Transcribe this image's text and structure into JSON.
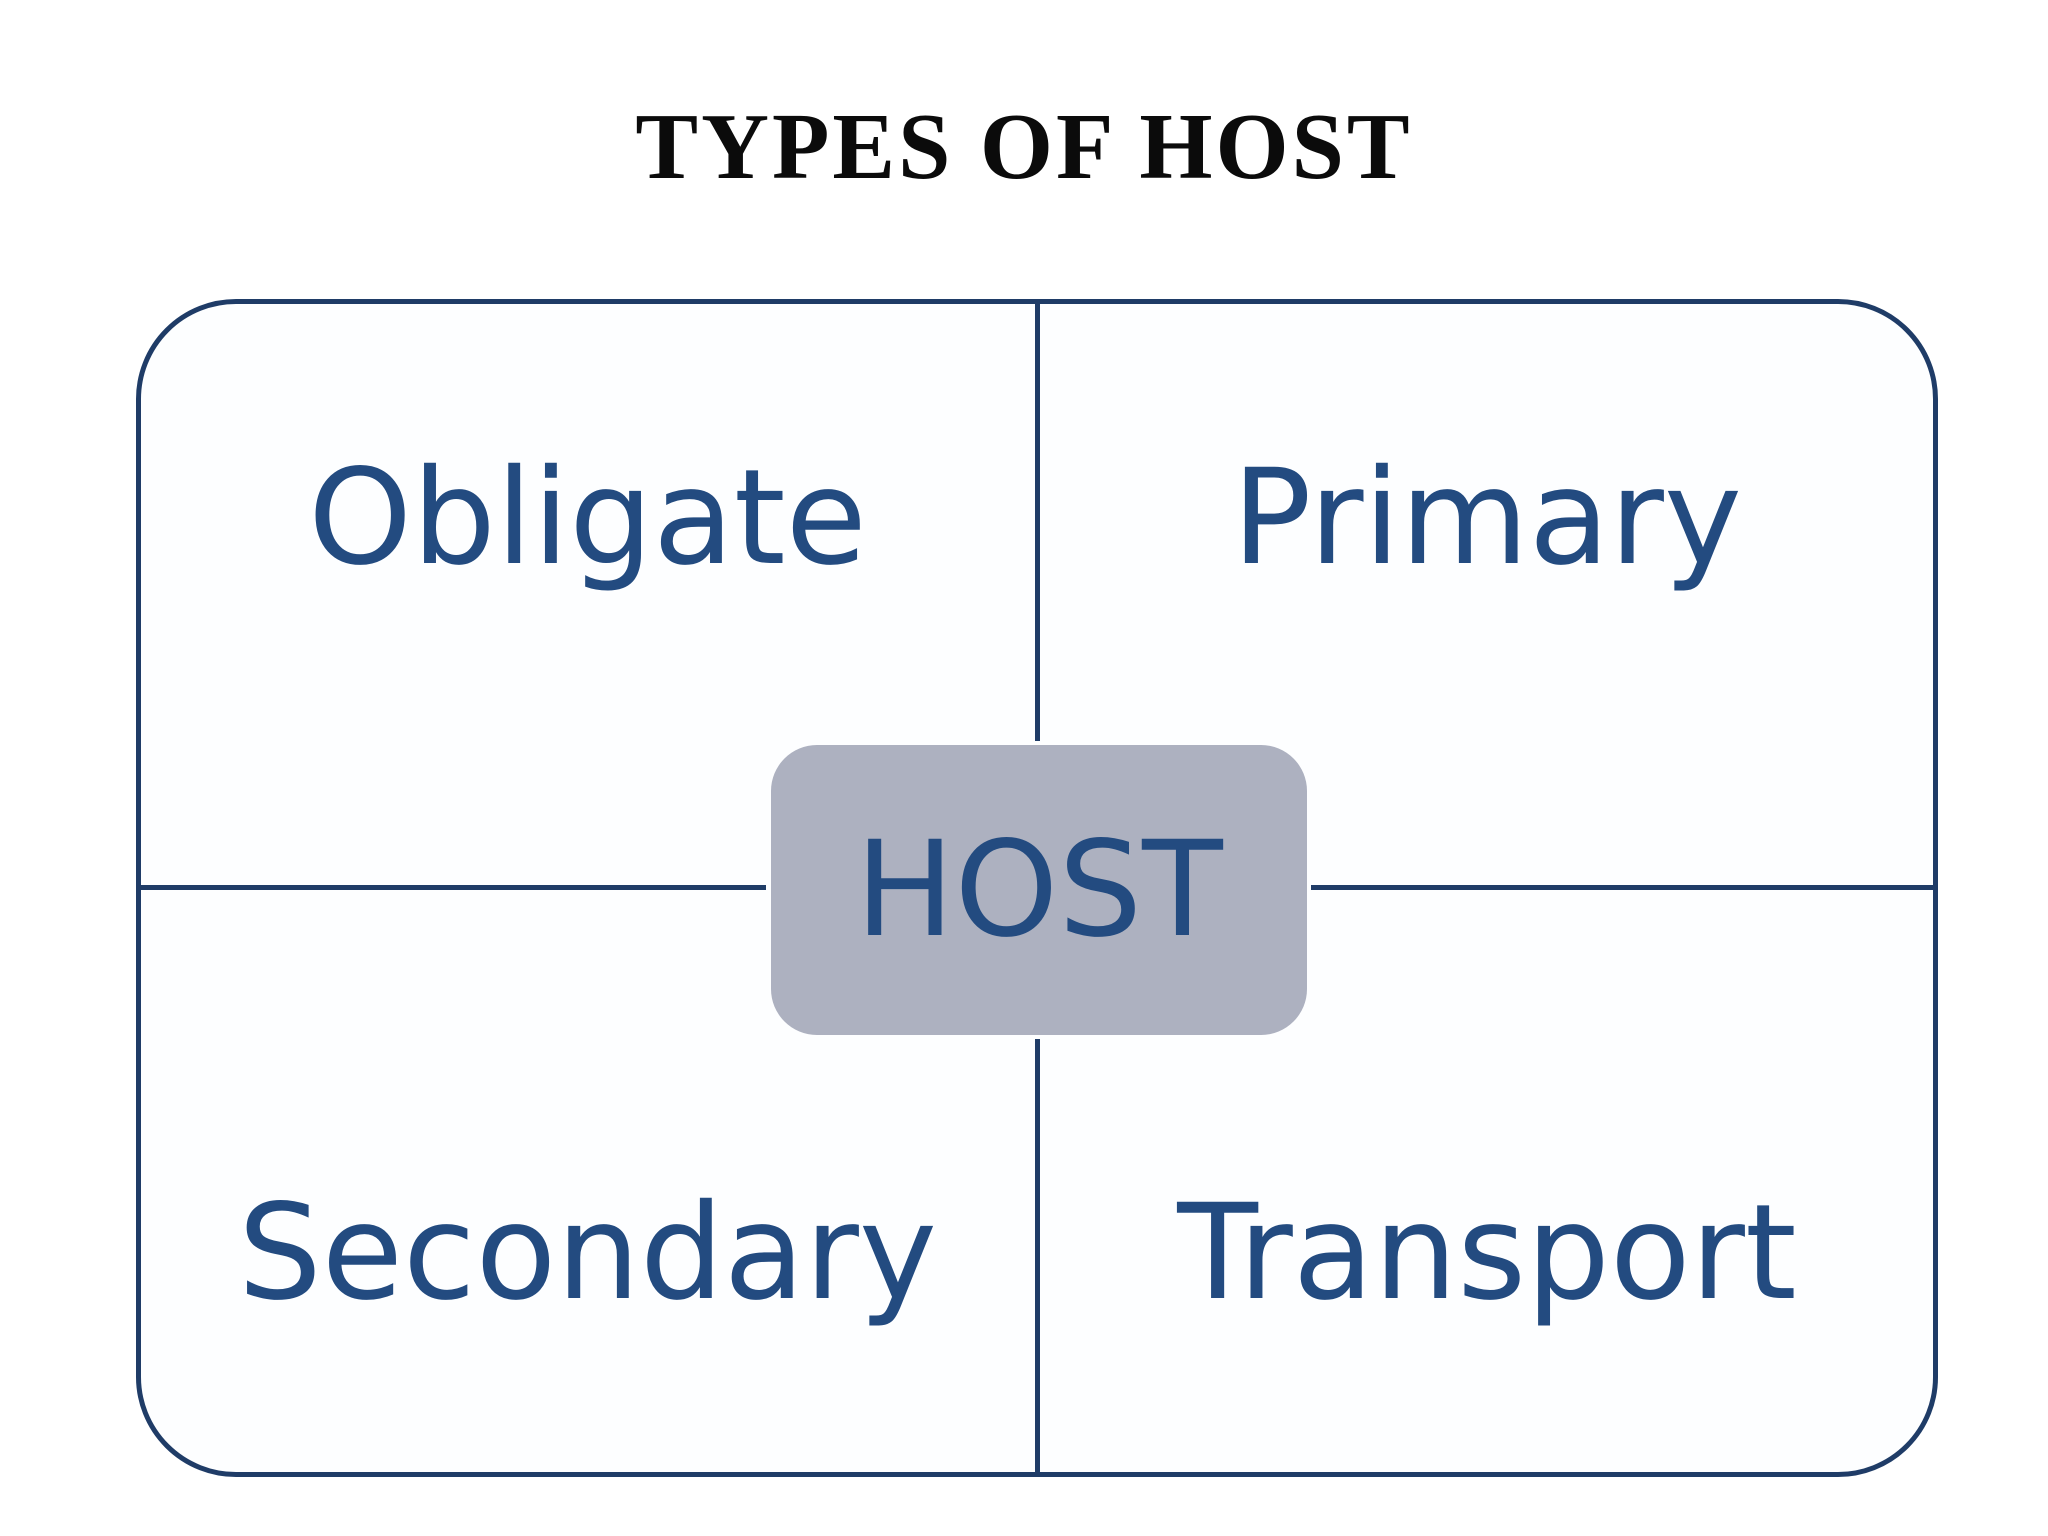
{
  "title": "TYPES OF HOST",
  "center": {
    "label": "HOST"
  },
  "quadrants": [
    {
      "label": "Obligate"
    },
    {
      "label": "Primary"
    },
    {
      "label": "Secondary"
    },
    {
      "label": "Transport"
    }
  ],
  "colors": {
    "text": "#234b80",
    "border": "#1f3c67",
    "center_fill": "#adb1c0",
    "title": "#0b0b0b"
  }
}
